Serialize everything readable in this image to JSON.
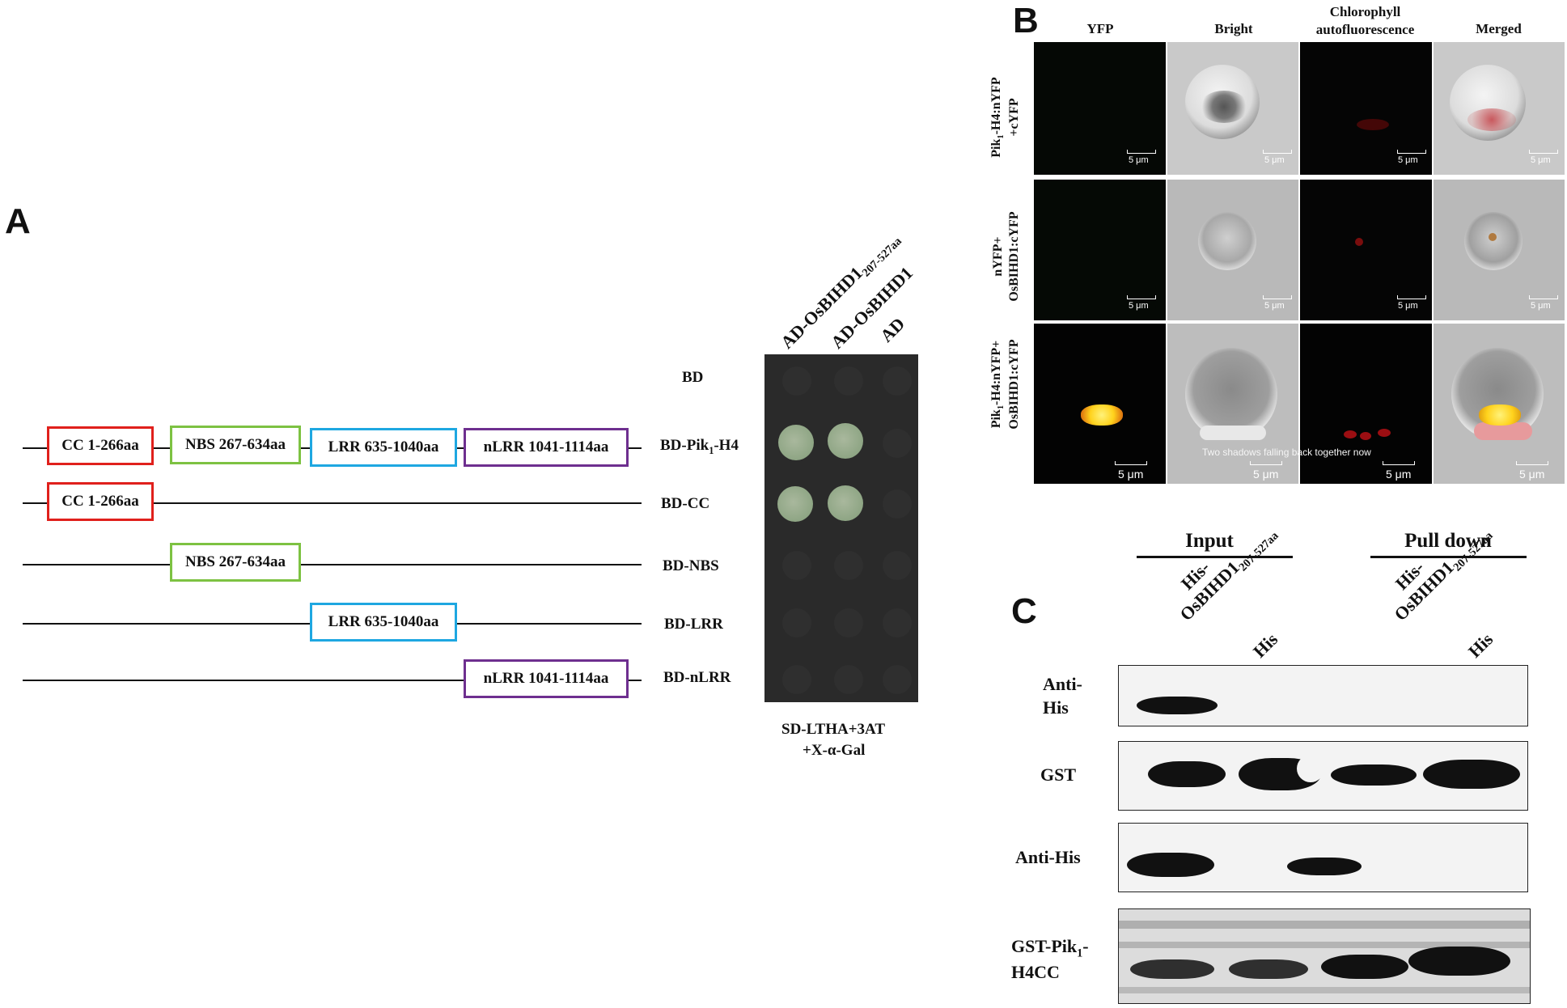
{
  "panels": {
    "a": "A",
    "b": "B",
    "c": "C"
  },
  "panel_a": {
    "domains": {
      "cc": "CC 1-266aa",
      "nbs": "NBS 267-634aa",
      "lrr": "LRR 635-1040aa",
      "nlrr": "nLRR 1041-1114aa"
    },
    "row_labels": {
      "bd": "BD",
      "pik_prefix": "BD-Pik",
      "pik_sub": "1",
      "pik_suffix": "-H4",
      "cc": "BD-CC",
      "nbs": "BD-NBS",
      "lrr": "BD-LRR",
      "nlrr": "BD-nLRR"
    },
    "column_labels": {
      "col1_prefix": "AD-OsBIHD1",
      "col1_sub": "207-527aa",
      "col2": "AD-OsBIHD1",
      "col3": "AD"
    },
    "medium_line1": "SD-LTHA+3AT",
    "medium_line2": "+X-α-Gal",
    "colors": {
      "cc": "#e0201c",
      "nbs": "#7dc242",
      "lrr": "#1ea7e1",
      "nlrr": "#6e2f8f"
    }
  },
  "panel_b": {
    "columns": {
      "yfp": "YFP",
      "bright": "Bright",
      "chloro_line1": "Chlorophyll",
      "chloro_line2": "autofluorescence",
      "merged": "Merged"
    },
    "rows": {
      "r1_line1_prefix": "Pik",
      "r1_line1_sub": "1",
      "r1_line1_suffix": "-H4:nYFP",
      "r1_line2": "+cYFP",
      "r2_line1": "nYFP+",
      "r2_line2": "OsBIHD1:cYFP",
      "r3_line1_prefix": "Pik",
      "r3_line1_sub": "1",
      "r3_line1_suffix": "-H4:nYFP+",
      "r3_line2": "OsBIHD1:cYFP"
    },
    "scale": "5 μm",
    "overlay_text": "Two shadows falling back together now"
  },
  "panel_c": {
    "groups": {
      "input": "Input",
      "pulldown": "Pull down"
    },
    "lanes": {
      "his_os_line1": "His-",
      "his_os_line2_prefix": "OsBIHD1",
      "his_os_sub": "207-527aa",
      "his": "His"
    },
    "blots": {
      "anti_his_1_line1": "Anti-",
      "anti_his_1_line2": "His",
      "gst": "GST",
      "anti_his_2": "Anti-His",
      "gst_pik_line1_prefix": "GST-Pik",
      "gst_pik_sub": "1",
      "gst_pik_line1_suffix": "-",
      "gst_pik_line2": "H4CC"
    }
  }
}
